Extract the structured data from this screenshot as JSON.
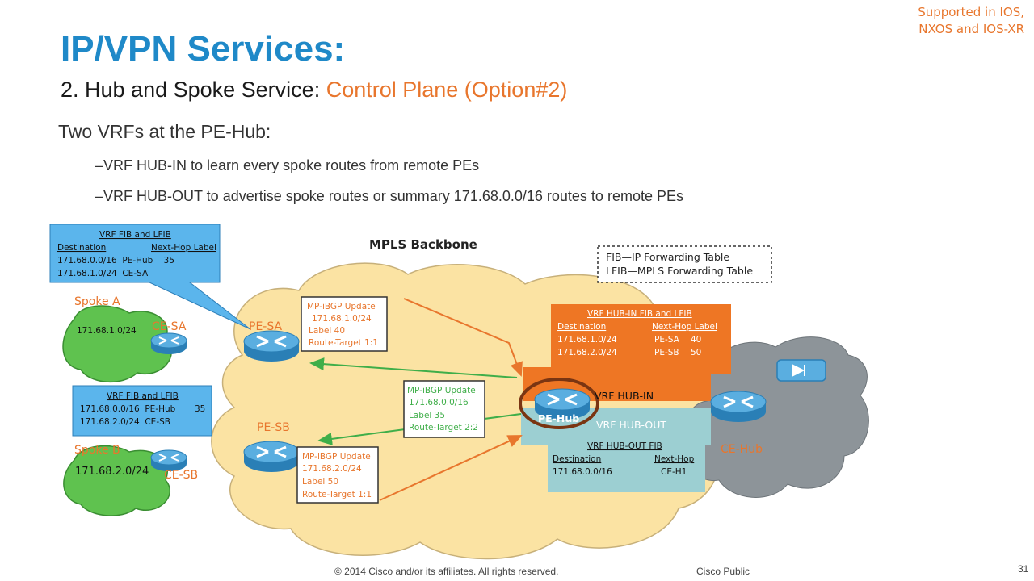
{
  "header": {
    "note_line1": "Supported in IOS,",
    "note_line2": "NXOS and IOS-XR",
    "title": "IP/VPN Services:",
    "subtitle_prefix": "2. Hub and Spoke Service: ",
    "subtitle_highlight": "Control Plane (Option#2)"
  },
  "bullets": {
    "main": "Two VRFs at the PE-Hub:",
    "item1": "–VRF HUB-IN to learn every spoke routes from remote PEs",
    "item2": "–VRF HUB-OUT to advertise spoke routes or summary 171.68.0.0/16 routes to remote PEs"
  },
  "diagram": {
    "backbone_label": "MPLS Backbone",
    "legend": {
      "line1": "FIB—IP Forwarding Table",
      "line2": "LFIB—MPLS Forwarding Table"
    },
    "callout_sa": {
      "title": "VRF FIB and LFIB",
      "h_dest": "Destination",
      "h_nh_label": "Next-Hop Label",
      "row1": "171.68.0.0/16  PE-Hub    35",
      "row2": "171.68.1.0/24  CE-SA"
    },
    "callout_sb": {
      "title": "VRF FIB and LFIB",
      "row1": "171.68.0.0/16  PE-Hub",
      "row1_label": "35",
      "row2": "171.68.2.0/24  CE-SB"
    },
    "spoke_a": {
      "name": "Spoke A",
      "prefix": "171.68.1.0/24",
      "ce": "CE-SA"
    },
    "spoke_b": {
      "name": "Spoke B",
      "prefix": "171.68.2.0/24",
      "ce": "CE-SB"
    },
    "pe_sa": "PE-SA",
    "pe_sb": "PE-SB",
    "pe_hub": "PE-Hub",
    "ce_hub": "CE-Hub",
    "vrf_hub_in": "VRF HUB-IN",
    "vrf_hub_out": "VRF HUB-OUT",
    "update_sa": {
      "l1": "MP-iBGP Update",
      "l2": "171.68.1.0/24",
      "l3": "Label 40",
      "l4": "Route-Target 1:1"
    },
    "update_hub": {
      "l1": "MP-iBGP Update",
      "l2": "171.68.0.0/16",
      "l3": "Label 35",
      "l4": "Route-Target 2:2"
    },
    "update_sb": {
      "l1": "MP-iBGP Update",
      "l2": "171.68.2.0/24",
      "l3": "Label 50",
      "l4": "Route-Target 1:1"
    },
    "hub_in_table": {
      "title": "VRF HUB-IN FIB and LFIB",
      "h_dest": "Destination",
      "h_nh_label": "Next-Hop Label",
      "row1_dest": "171.68.1.0/24",
      "row1_nh": "PE-SA",
      "row1_label": "40",
      "row2_dest": "171.68.2.0/24",
      "row2_nh": "PE-SB",
      "row2_label": "50"
    },
    "hub_out_table": {
      "title": "VRF HUB-OUT FIB",
      "h_dest": "Destination",
      "h_nh": "Next-Hop",
      "row1_dest": "171.68.0.0/16",
      "row1_nh": "CE-H1"
    }
  },
  "footer": {
    "copyright": "© 2014 Cisco and/or its affiliates. All rights reserved.",
    "classification": "Cisco Public",
    "page": "31"
  },
  "colors": {
    "title_blue": "#1f89c8",
    "accent_orange": "#e8762d",
    "callout_blue": "#5bb5ec",
    "cloud_yellow": "#fbe3a3",
    "hub_in_orange": "#ee7624",
    "hub_out_teal": "#9ccfd2",
    "ce_cloud_gray": "#8d9499"
  }
}
